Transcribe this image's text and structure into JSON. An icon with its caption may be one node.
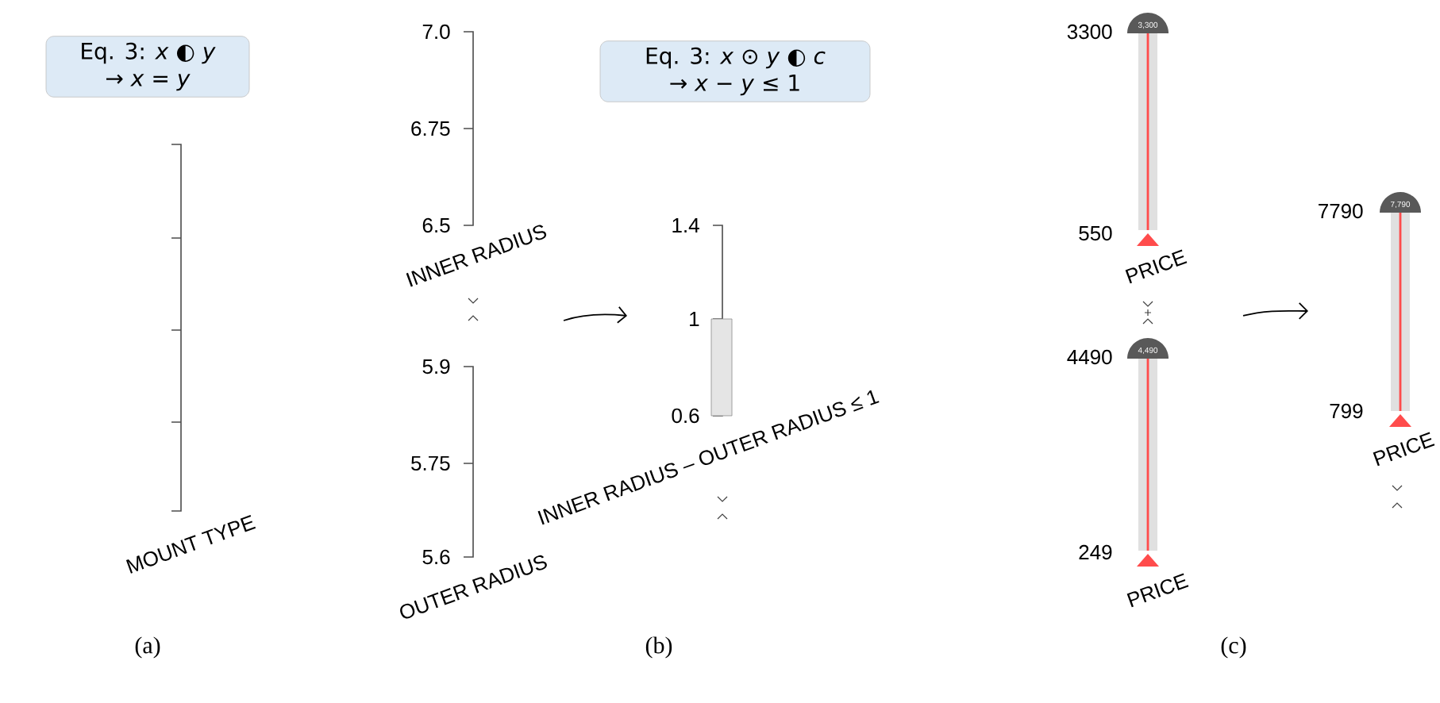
{
  "diagram": {
    "nodes": [
      {
        "text": [
          "Eq. 3: *x* ◐ *y*",
          "→ *x* = *y*"
        ]
      },
      {
        "text": [
          "Eq. 3: *x* ⊙ *y* ◐ *c*",
          "→ *x* − *y* ≤ 1"
        ]
      }
    ],
    "labels": [
      "MOUNT TYPE",
      "(a)",
      "7.0",
      "6.75",
      "6.5",
      "INNER RADIUS",
      "5.9",
      "5.75",
      "5.6",
      "OUTER RADIUS",
      "1.4",
      "1",
      "0.6",
      "INNER RADIUS – OUTER RADIUS ≤ 1",
      "(b)",
      "3300",
      "3,300",
      "550",
      "PRICE",
      "4490",
      "4,490",
      "249",
      "PRICE",
      "7790",
      "7,790",
      "799",
      "PRICE",
      "(c)"
    ]
  }
}
